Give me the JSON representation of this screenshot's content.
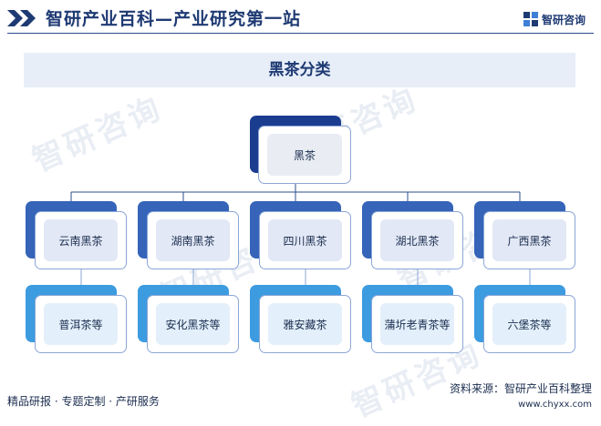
{
  "header": {
    "site_title": "智研产业百科—产业研究第一站",
    "brand_name": "智研咨询",
    "accent_color": "#1e3a73"
  },
  "watermark": {
    "text": "智研咨询"
  },
  "chart": {
    "title": "黑茶分类"
  },
  "diagram": {
    "root": {
      "label": "黑茶"
    },
    "categories": [
      {
        "label": "云南黑茶",
        "example": "普洱茶等"
      },
      {
        "label": "湖南黑茶",
        "example": "安化黑茶等"
      },
      {
        "label": "四川黑茶",
        "example": "雅安藏茶"
      },
      {
        "label": "湖北黑茶",
        "example": "蒲圻老青茶等"
      },
      {
        "label": "广西黑茶",
        "example": "六堡茶等"
      }
    ],
    "colors": {
      "root": "#1b3d8f",
      "category": "#3564b8",
      "example": "#3d9be0",
      "connector": "#2b4c8c"
    }
  },
  "footer": {
    "left_text": "精品研报 · 专题定制 · 产研服务",
    "source_text": "资料来源：智研产业百科整理",
    "url": "www.chyxx.com"
  }
}
